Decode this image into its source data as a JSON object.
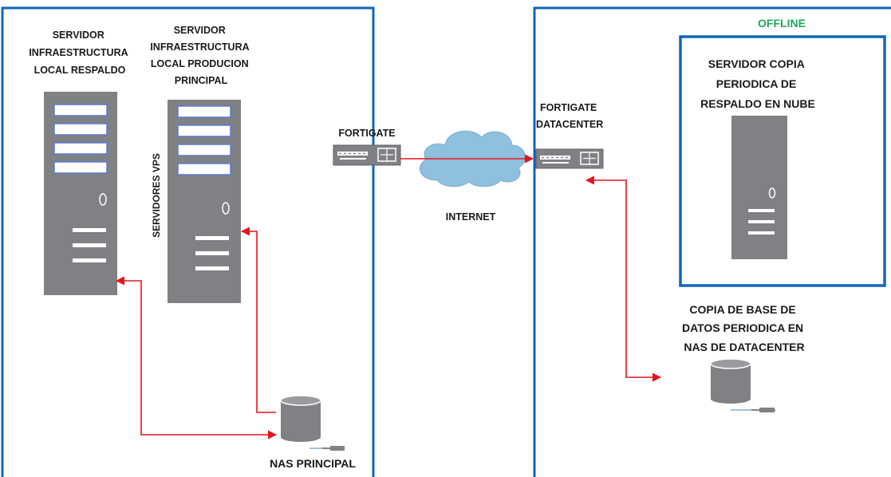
{
  "colors": {
    "frame": "#1166b8",
    "tower": "#808184",
    "bay_fill": "#ffffff",
    "bay_stroke": "#5a78d6",
    "link": "#e8141c",
    "offline": "#1fa65a",
    "cloud": "#8fc0dd",
    "text": "#1a1a1a"
  },
  "labels": {
    "server_backup": [
      "SERVIDOR",
      "INFRAESTRUCTURA",
      "LOCAL RESPALDO"
    ],
    "server_prod": [
      "SERVIDOR",
      "INFRAESTRUCTURA",
      "LOCAL PRODUCION",
      "PRINCIPAL"
    ],
    "servers_vps": "SERVIDORES VPS",
    "fortigate": "FORTIGATE",
    "internet": "INTERNET",
    "fortigate_dc": [
      "FORTIGATE",
      "DATACENTER"
    ],
    "offline": "OFFLINE",
    "cloud_server": [
      "SERVIDOR COPIA",
      "PERIODICA DE",
      "RESPALDO EN NUBE"
    ],
    "db_copy": [
      "COPIA DE BASE DE",
      "DATOS PERIODICA EN",
      "NAS DE DATACENTER"
    ],
    "nas_principal": "NAS PRINCIPAL"
  },
  "icons": {
    "backup_server": "server-tower-icon",
    "prod_server": "server-tower-icon",
    "fortigate": "firewall-appliance-icon",
    "fortigate_dc": "firewall-appliance-icon",
    "internet": "cloud-icon",
    "cloud_server": "server-tower-icon",
    "nas_principal": "database-cylinder-icon",
    "nas_datacenter": "database-cylinder-icon"
  },
  "links": [
    {
      "from": "fortigate",
      "to": "fortigate-datacenter"
    },
    {
      "from": "nas-principal",
      "to": "backup-server"
    },
    {
      "from": "nas-principal",
      "to": "production-server"
    },
    {
      "from": "nas-datacenter",
      "to": "fortigate-datacenter"
    }
  ]
}
